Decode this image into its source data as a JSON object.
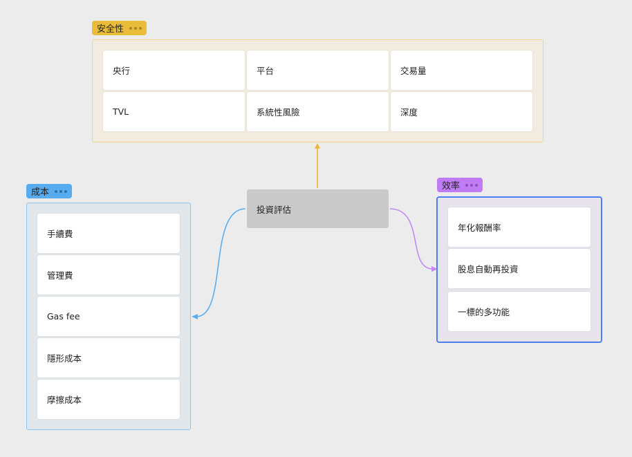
{
  "center": {
    "label": "投資評估"
  },
  "groups": {
    "safety": {
      "label": "安全性",
      "items": [
        "央行",
        "平台",
        "交易量",
        "TVL",
        "系統性風險",
        "深度"
      ],
      "tag_color": "#e9bd3a",
      "dot_color": "#a9862a",
      "border_color": "#f1d58a",
      "fill_color": "#f2ebe0"
    },
    "cost": {
      "label": "成本",
      "items": [
        "手續費",
        "管理費",
        "Gas fee",
        "隱形成本",
        "摩擦成本"
      ],
      "tag_color": "#57acef",
      "dot_color": "#2a6fa8",
      "border_color": "#8fc6ee",
      "fill_color": "#e2e7eb"
    },
    "efficiency": {
      "label": "效率",
      "items": [
        "年化報酬率",
        "股息自動再投資",
        "一標的多功能"
      ],
      "tag_color": "#c07cf4",
      "dot_color": "#8a4fc0",
      "border_color": "#4f7df0",
      "fill_color": "#e7e4ec"
    }
  },
  "edge_colors": {
    "safety": "#efb53a",
    "cost": "#5aaef0",
    "efficiency": "#c089f4"
  }
}
